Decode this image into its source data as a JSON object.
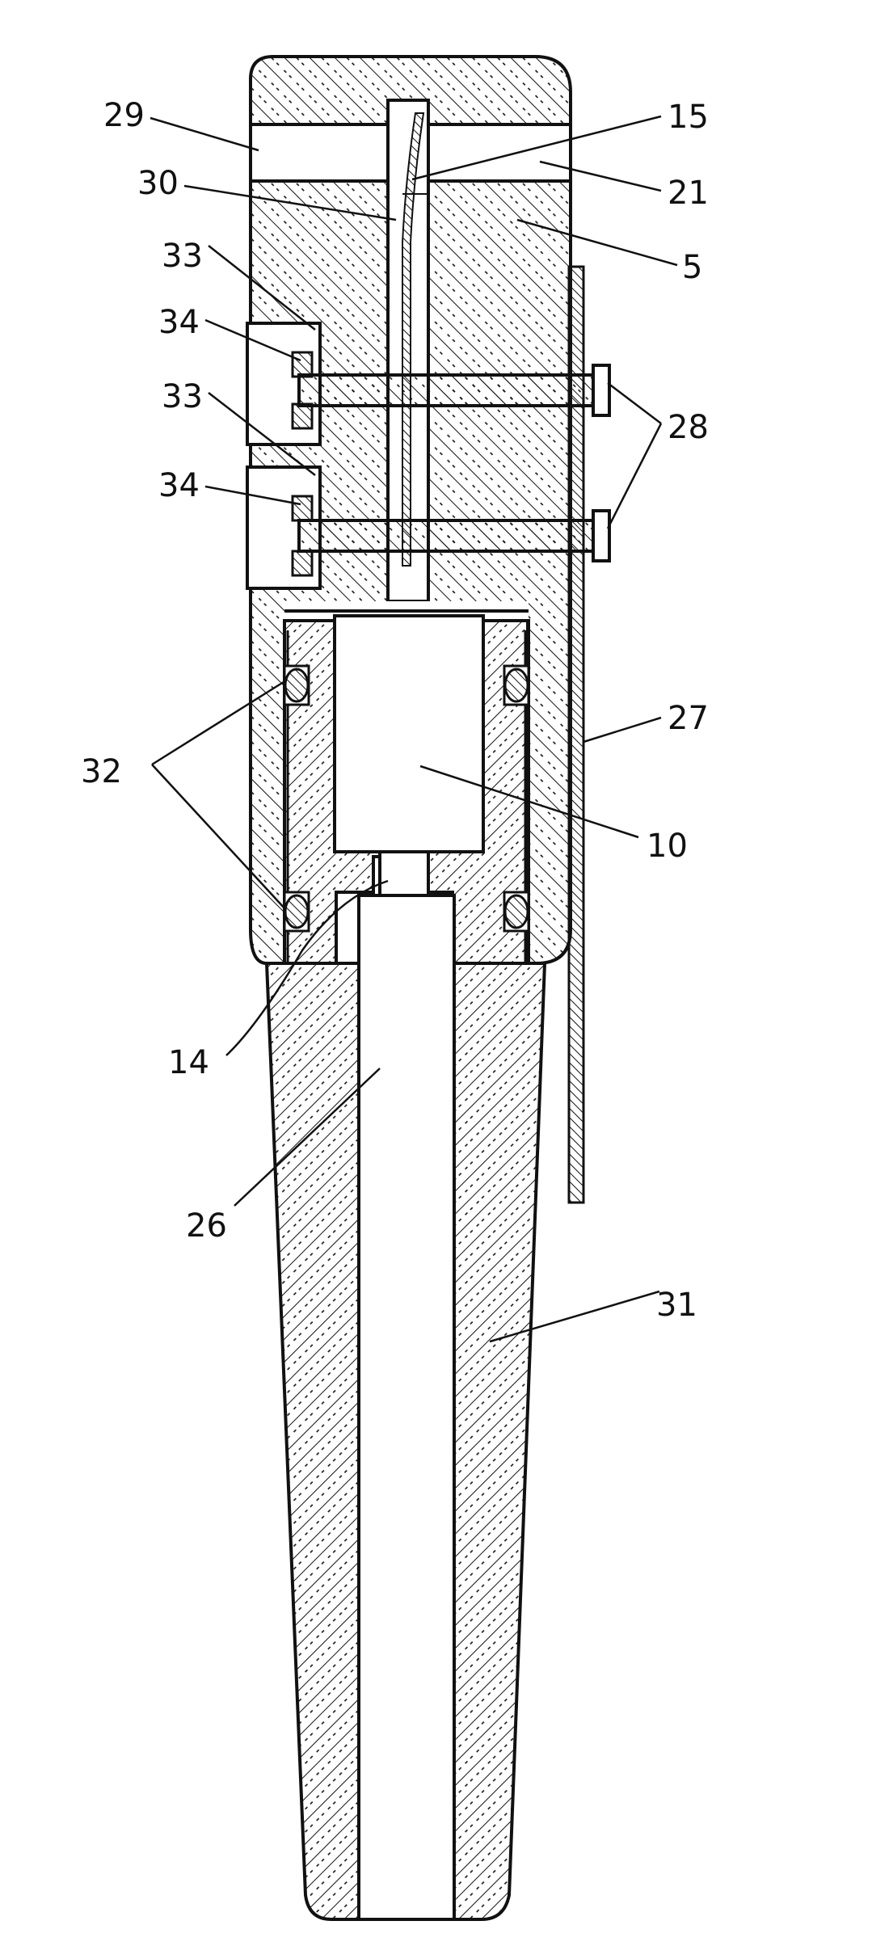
{
  "labels": {
    "l29": "29",
    "l15": "15",
    "l30": "30",
    "l21": "21",
    "l33a": "33",
    "l5": "5",
    "l34a": "34",
    "l28": "28",
    "l33b": "33",
    "l34b": "34",
    "l27": "27",
    "l32": "32",
    "l10": "10",
    "l14": "14",
    "l26": "26",
    "l31": "31"
  },
  "colors": {
    "ink": "#111111",
    "paper": "#ffffff"
  }
}
